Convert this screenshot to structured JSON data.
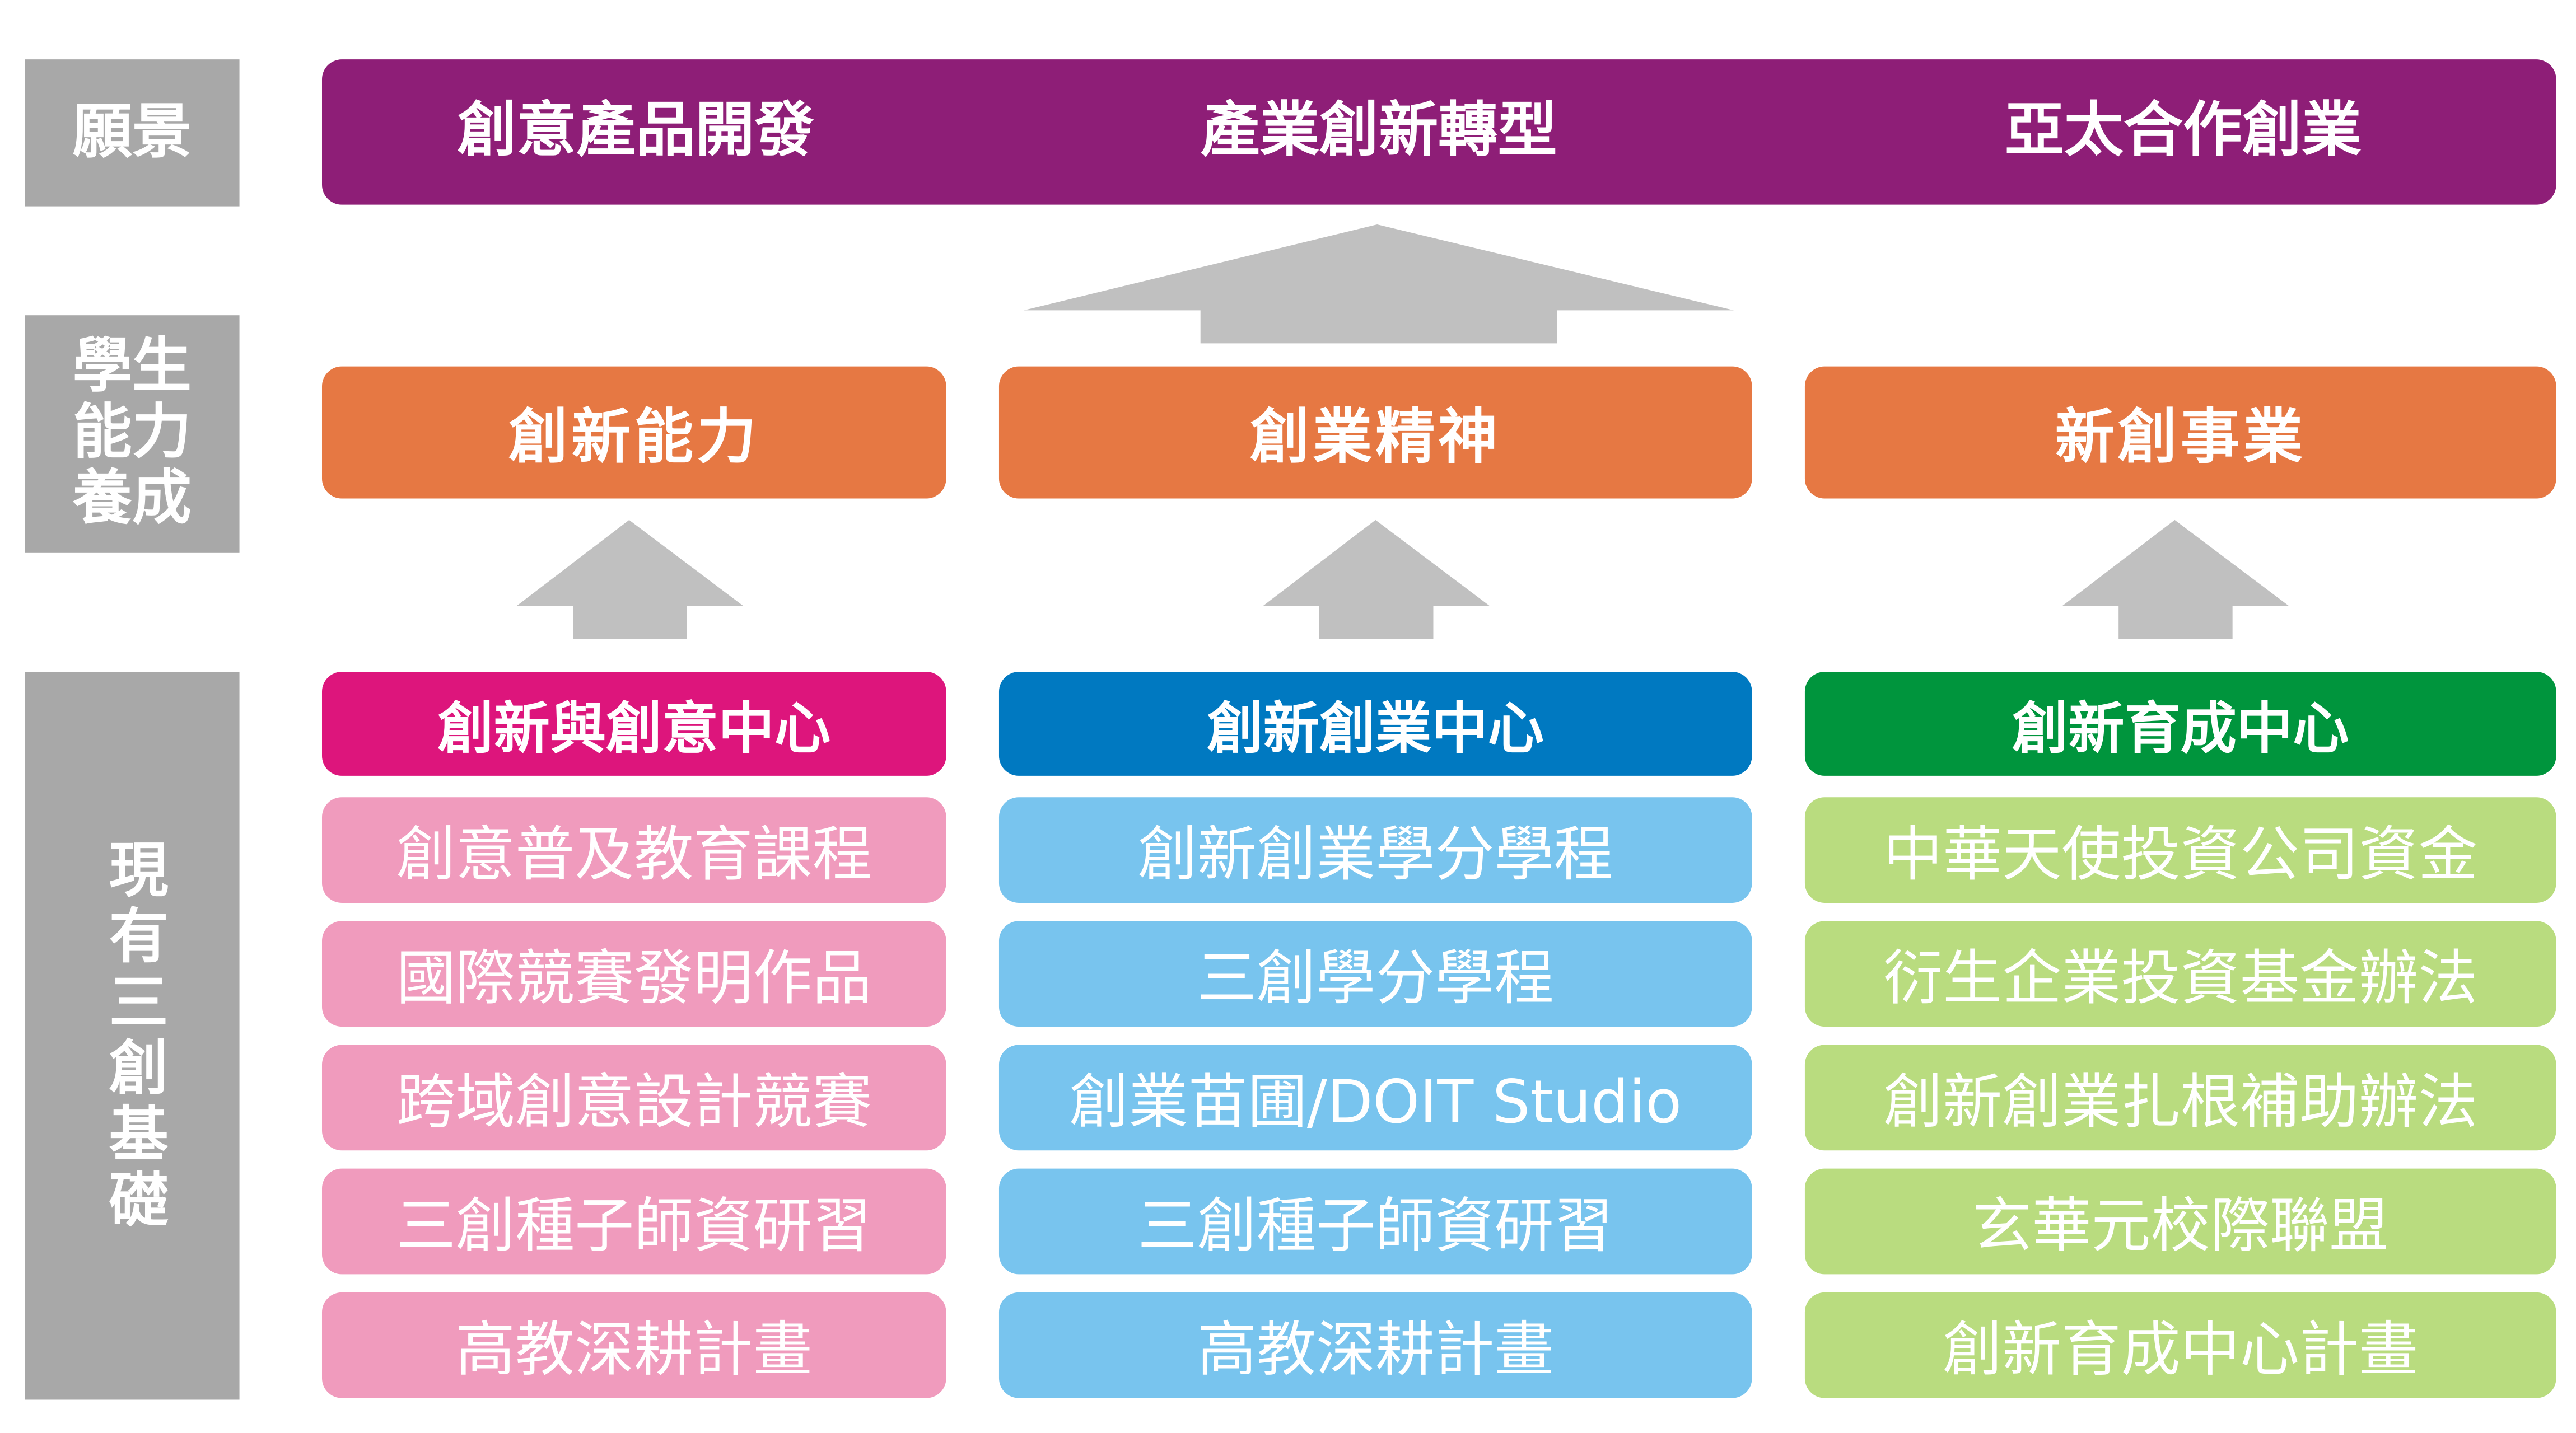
{
  "colors": {
    "label_bg": "#a8a8a8",
    "vision": "#8e1e77",
    "ability": "#e67843",
    "arrow": "#c0c0c0",
    "columns": [
      {
        "header": "#dd157c",
        "item": "#f09bbd"
      },
      {
        "header": "#0079c1",
        "item": "#78c4ee"
      },
      {
        "header": "#00953d",
        "item": "#b9dc7f"
      }
    ]
  },
  "labels": {
    "vision": "願景",
    "ability": "學生能力養成",
    "foundation": "現有三創基礎"
  },
  "vision": [
    "創意產品開發",
    "產業創新轉型",
    "亞太合作創業"
  ],
  "abilities": [
    "創新能力",
    "創業精神",
    "新創事業"
  ],
  "columns": [
    {
      "header": "創新與創意中心",
      "items": [
        "創意普及教育課程",
        "國際競賽發明作品",
        "跨域創意設計競賽",
        "三創種子師資研習",
        "高教深耕計畫"
      ]
    },
    {
      "header": "創新創業中心",
      "items": [
        "創新創業學分學程",
        "三創學分學程",
        "創業苗圃/DOIT Studio",
        "三創種子師資研習",
        "高教深耕計畫"
      ]
    },
    {
      "header": "創新育成中心",
      "items": [
        "中華天使投資公司資金",
        "衍生企業投資基金辦法",
        "創新創業扎根補助辦法",
        "玄華元校際聯盟",
        "創新育成中心計畫"
      ]
    }
  ]
}
